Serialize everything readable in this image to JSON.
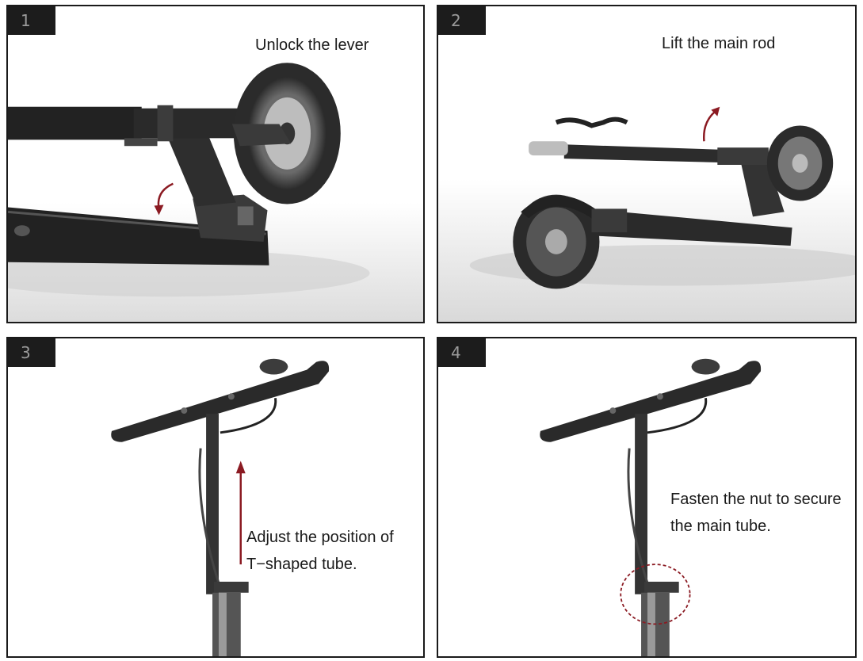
{
  "steps": [
    {
      "number": "1",
      "caption": "Unlock the lever"
    },
    {
      "number": "2",
      "caption": "Lift the main rod"
    },
    {
      "number": "3",
      "caption_lines": [
        "Adjust the position of",
        "T−shaped tube."
      ]
    },
    {
      "number": "4",
      "caption_lines": [
        "Fasten the nut to secure",
        "the main tube."
      ]
    }
  ],
  "colors": {
    "panel_border": "#1a1a1a",
    "badge_bg": "#1c1c1c",
    "badge_text": "#9a9a9a",
    "arrow": "#8b1a22",
    "scooter_dark": "#1e1e1e",
    "scooter_mid": "#3c3c3c"
  },
  "icons": [
    "unlock-arrow-icon",
    "lift-arrow-icon",
    "up-arrow-icon",
    "highlight-circle-icon"
  ]
}
